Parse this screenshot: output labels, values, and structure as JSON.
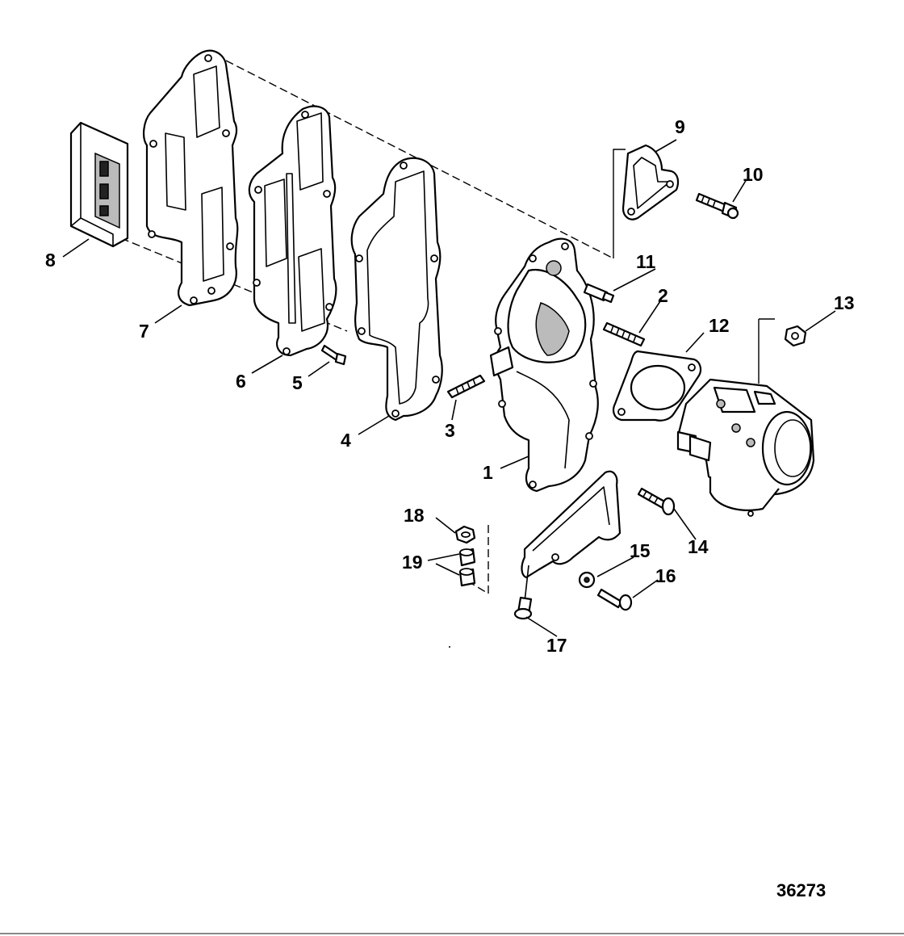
{
  "diagram": {
    "figure_number": "36273",
    "callouts": [
      {
        "id": "c1",
        "label": "1"
      },
      {
        "id": "c2",
        "label": "2"
      },
      {
        "id": "c3",
        "label": "3"
      },
      {
        "id": "c4",
        "label": "4"
      },
      {
        "id": "c5",
        "label": "5"
      },
      {
        "id": "c6",
        "label": "6"
      },
      {
        "id": "c7",
        "label": "7"
      },
      {
        "id": "c8",
        "label": "8"
      },
      {
        "id": "c9",
        "label": "9"
      },
      {
        "id": "c10",
        "label": "10"
      },
      {
        "id": "c11",
        "label": "11"
      },
      {
        "id": "c12",
        "label": "12"
      },
      {
        "id": "c13",
        "label": "13"
      },
      {
        "id": "c14",
        "label": "14"
      },
      {
        "id": "c15",
        "label": "15"
      },
      {
        "id": "c16",
        "label": "16"
      },
      {
        "id": "c17",
        "label": "17"
      },
      {
        "id": "c18",
        "label": "18"
      },
      {
        "id": "c19",
        "label": "19"
      }
    ]
  }
}
